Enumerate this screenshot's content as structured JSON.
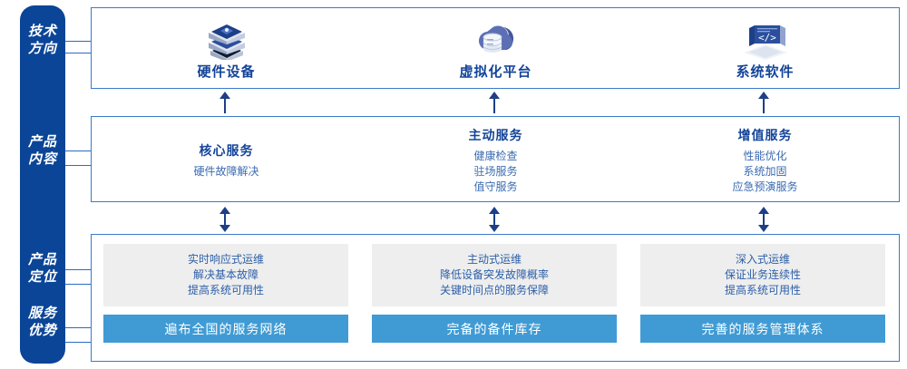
{
  "colors": {
    "rail": "#0b4597",
    "frame_border": "#3a7bc8",
    "title_blue": "#13449a",
    "body_blue": "#3b6bb0",
    "bar_blue": "#409bd4",
    "gray_box": "#eeeeee",
    "arrow": "#1d3f87"
  },
  "rail": {
    "labels": [
      {
        "line1": "技术",
        "line2": "方向"
      },
      {
        "line1": "产品",
        "line2": "内容"
      },
      {
        "line1": "产品",
        "line2": "定位"
      },
      {
        "line1": "服务",
        "line2": "优势"
      }
    ]
  },
  "tech": {
    "columns": [
      {
        "icon": "server-stack-icon",
        "title": "硬件设备"
      },
      {
        "icon": "cloud-database-icon",
        "title": "虚拟化平台"
      },
      {
        "icon": "laptop-code-icon",
        "title": "系统软件"
      }
    ]
  },
  "content": {
    "columns": [
      {
        "title": "核心服务",
        "items": [
          "硬件故障解决"
        ]
      },
      {
        "title": "主动服务",
        "items": [
          "健康检查",
          "驻场服务",
          "值守服务"
        ]
      },
      {
        "title": "增值服务",
        "items": [
          "性能优化",
          "系统加固",
          "应急预演服务"
        ]
      }
    ]
  },
  "positioning": {
    "columns": [
      {
        "items": [
          "实时响应式运维",
          "解决基本故障",
          "提高系统可用性"
        ]
      },
      {
        "items": [
          "主动式运维",
          "降低设备突发故障概率",
          "关键时间点的服务保障"
        ]
      },
      {
        "items": [
          "深入式运维",
          "保证业务连续性",
          "提高系统可用性"
        ]
      }
    ]
  },
  "advantages": {
    "bars": [
      "遍布全国的服务网络",
      "完备的备件库存",
      "完善的服务管理体系"
    ]
  }
}
